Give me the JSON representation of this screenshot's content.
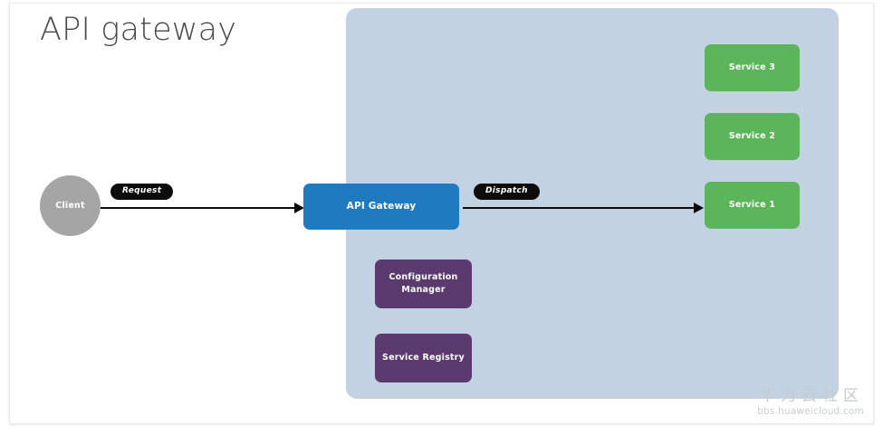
{
  "slide": {
    "title": "API gateway",
    "background_color": "#ffffff"
  },
  "boundary": {
    "name": "API gateway boundary",
    "color": "#c3d2e3"
  },
  "nodes": {
    "client": {
      "label": "Client",
      "color": "#a5a5a5",
      "shape": "circle"
    },
    "api_gateway": {
      "label": "API Gateway",
      "color": "#1f7ac0",
      "shape": "rounded-rect"
    },
    "service_3": {
      "label": "Service 3",
      "color": "#5cb55b",
      "shape": "rounded-rect"
    },
    "service_2": {
      "label": "Service 2",
      "color": "#5cb55b",
      "shape": "rounded-rect"
    },
    "service_1": {
      "label": "Service 1",
      "color": "#5cb55b",
      "shape": "rounded-rect"
    },
    "configuration_manager": {
      "label": "Configuration Manager",
      "color": "#5b3a6f",
      "shape": "rounded-rect"
    },
    "service_registry": {
      "label": "Service Registry",
      "color": "#5b3a6f",
      "shape": "rounded-rect"
    }
  },
  "edges": {
    "request": {
      "label": "Request",
      "from": "Client",
      "to": "API Gateway",
      "color": "#0d0d0d"
    },
    "dispatch": {
      "label": "Dispatch",
      "from": "API Gateway",
      "to": "Service 1",
      "color": "#0d0d0d"
    }
  },
  "watermark": {
    "text_cn": "华为云社区",
    "url": "bbs.huaweicloud.com",
    "color": "#c9cdd4"
  }
}
